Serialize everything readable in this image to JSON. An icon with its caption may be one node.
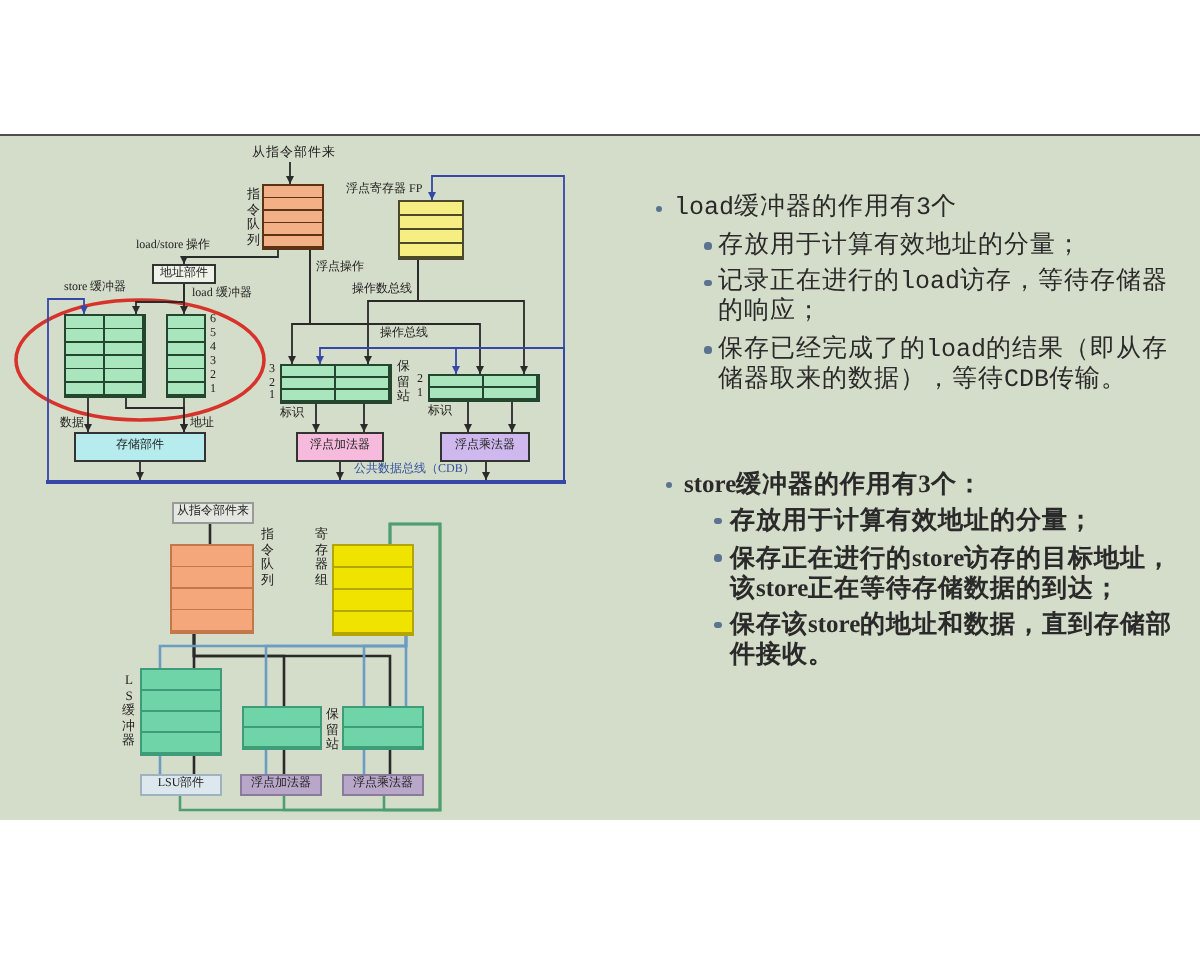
{
  "diagram": {
    "nodes": [
      {
        "text": [
          "从指令部件来"
        ]
      },
      {
        "text": [],
        "shape": "box",
        "beside": [
          "指令队列"
        ]
      },
      {
        "text": [
          "浮点寄存器 FP"
        ]
      },
      {
        "text": [
          "地址部件"
        ]
      },
      {
        "text": [
          "store 缓冲器"
        ]
      },
      {
        "text": [
          "load 缓冲器"
        ],
        "beside": [
          "6",
          "5",
          "4",
          "3",
          "2",
          "1"
        ]
      },
      {
        "text": [],
        "shape": "box",
        "beside": [
          "3",
          "2",
          "1",
          "标识"
        ]
      },
      {
        "text": [],
        "shape": "box",
        "beside": [
          "2",
          "1",
          "标识"
        ]
      },
      {
        "text": [
          "存储部件"
        ]
      },
      {
        "text": [
          "浮点加法器"
        ]
      },
      {
        "text": [
          "浮点乘法器"
        ]
      },
      {
        "text": [
          "公共数据总线（CDB）"
        ]
      },
      {
        "text": [
          "从指令部件来"
        ]
      },
      {
        "text": [],
        "shape": "box",
        "beside": [
          "指令队列"
        ]
      },
      {
        "text": [],
        "shape": "box",
        "beside": [
          "寄存器组"
        ]
      },
      {
        "text": [],
        "shape": "box",
        "beside": [
          "LS缓冲器"
        ]
      },
      {
        "text": [],
        "shape": "box"
      },
      {
        "text": [],
        "shape": "box"
      },
      {
        "text": [
          "LSU部件"
        ]
      },
      {
        "text": [
          "浮点加法器"
        ]
      },
      {
        "text": [
          "浮点乘法器"
        ]
      }
    ],
    "edges": [
      {
        "from": 0,
        "to": 1,
        "arrow": "to"
      },
      {
        "from": 1,
        "to": 3,
        "arrow": "to",
        "label": "load/store 操作"
      },
      {
        "from": 1,
        "to": 6,
        "arrow": "to",
        "label": "浮点操作"
      },
      {
        "from": 1,
        "to": 7,
        "arrow": "to",
        "label": "操作总线"
      },
      {
        "from": 2,
        "to": 6,
        "arrow": "to",
        "label": "操作数总线"
      },
      {
        "from": 2,
        "to": 7,
        "arrow": "to"
      },
      {
        "from": 3,
        "to": 4,
        "arrow": "to"
      },
      {
        "from": 3,
        "to": 5,
        "arrow": "to"
      },
      {
        "from": 4,
        "to": 8,
        "arrow": "to",
        "label": "数据"
      },
      {
        "from": 4,
        "to": 8,
        "arrow": "to"
      },
      {
        "from": 5,
        "to": 8,
        "arrow": "to",
        "label": "地址"
      },
      {
        "from": 6,
        "to": 9,
        "arrow": "to"
      },
      {
        "from": 6,
        "to": 9,
        "arrow": "to"
      },
      {
        "from": 7,
        "to": 10,
        "arrow": "to"
      },
      {
        "from": 7,
        "to": 10,
        "arrow": "to"
      },
      {
        "from": 8,
        "to": 11,
        "arrow": "to"
      },
      {
        "from": 9,
        "to": 11,
        "arrow": "to"
      },
      {
        "from": 10,
        "to": 11,
        "arrow": "to"
      },
      {
        "from": 11,
        "to": 2,
        "arrow": "to",
        "color": "#3548a8"
      },
      {
        "from": 11,
        "to": 4,
        "arrow": "to",
        "color": "#3548a8"
      },
      {
        "from": 11,
        "to": 6,
        "arrow": "to",
        "color": "#3548a8"
      },
      {
        "from": 11,
        "to": 7,
        "arrow": "to",
        "color": "#3548a8"
      },
      {
        "from": 12,
        "to": 13,
        "arrow": "none"
      },
      {
        "from": 13,
        "to": 15,
        "arrow": "none"
      },
      {
        "from": 13,
        "to": 16,
        "arrow": "none"
      },
      {
        "from": 13,
        "to": 17,
        "arrow": "none"
      },
      {
        "from": 14,
        "to": 15,
        "arrow": "none",
        "color": "#6b9dc4"
      },
      {
        "from": 14,
        "to": 16,
        "arrow": "none",
        "color": "#6b9dc4"
      },
      {
        "from": 14,
        "to": 17,
        "arrow": "none",
        "color": "#6b9dc4"
      },
      {
        "from": 14,
        "to": 17,
        "arrow": "none",
        "color": "#6b9dc4"
      },
      {
        "from": 15,
        "to": 18,
        "arrow": "none",
        "color": "#6b9dc4"
      },
      {
        "from": 15,
        "to": 18,
        "arrow": "none"
      },
      {
        "from": 16,
        "to": 19,
        "arrow": "none",
        "color": "#6b9dc4"
      },
      {
        "from": 16,
        "to": 19,
        "arrow": "none"
      },
      {
        "from": 17,
        "to": 20,
        "arrow": "none",
        "color": "#6b9dc4"
      },
      {
        "from": 17,
        "to": 20,
        "arrow": "none"
      },
      {
        "from": 18,
        "to": 14,
        "arrow": "none",
        "color": "#4f9e70"
      },
      {
        "from": 19,
        "to": 14,
        "arrow": "none",
        "color": "#4f9e70"
      },
      {
        "from": 20,
        "to": 14,
        "arrow": "none",
        "color": "#4f9e70"
      }
    ],
    "labels": [
      "保留站",
      "保留站",
      "load缓冲器的作用有3个",
      "存放用于计算有效地址的分量；",
      "记录正在进行的load访存，等待存储器的响应；",
      "保存已经完成了的load的结果（即从存储器取来的数据），等待CDB传输。",
      "store缓冲器的作用有3个：",
      "存放用于计算有效地址的分量；",
      "保存正在进行的store访存的目标地址，该store正在等待存储数据的到达；",
      "保存该store的地址和数据，直到存储部件接收。"
    ]
  }
}
